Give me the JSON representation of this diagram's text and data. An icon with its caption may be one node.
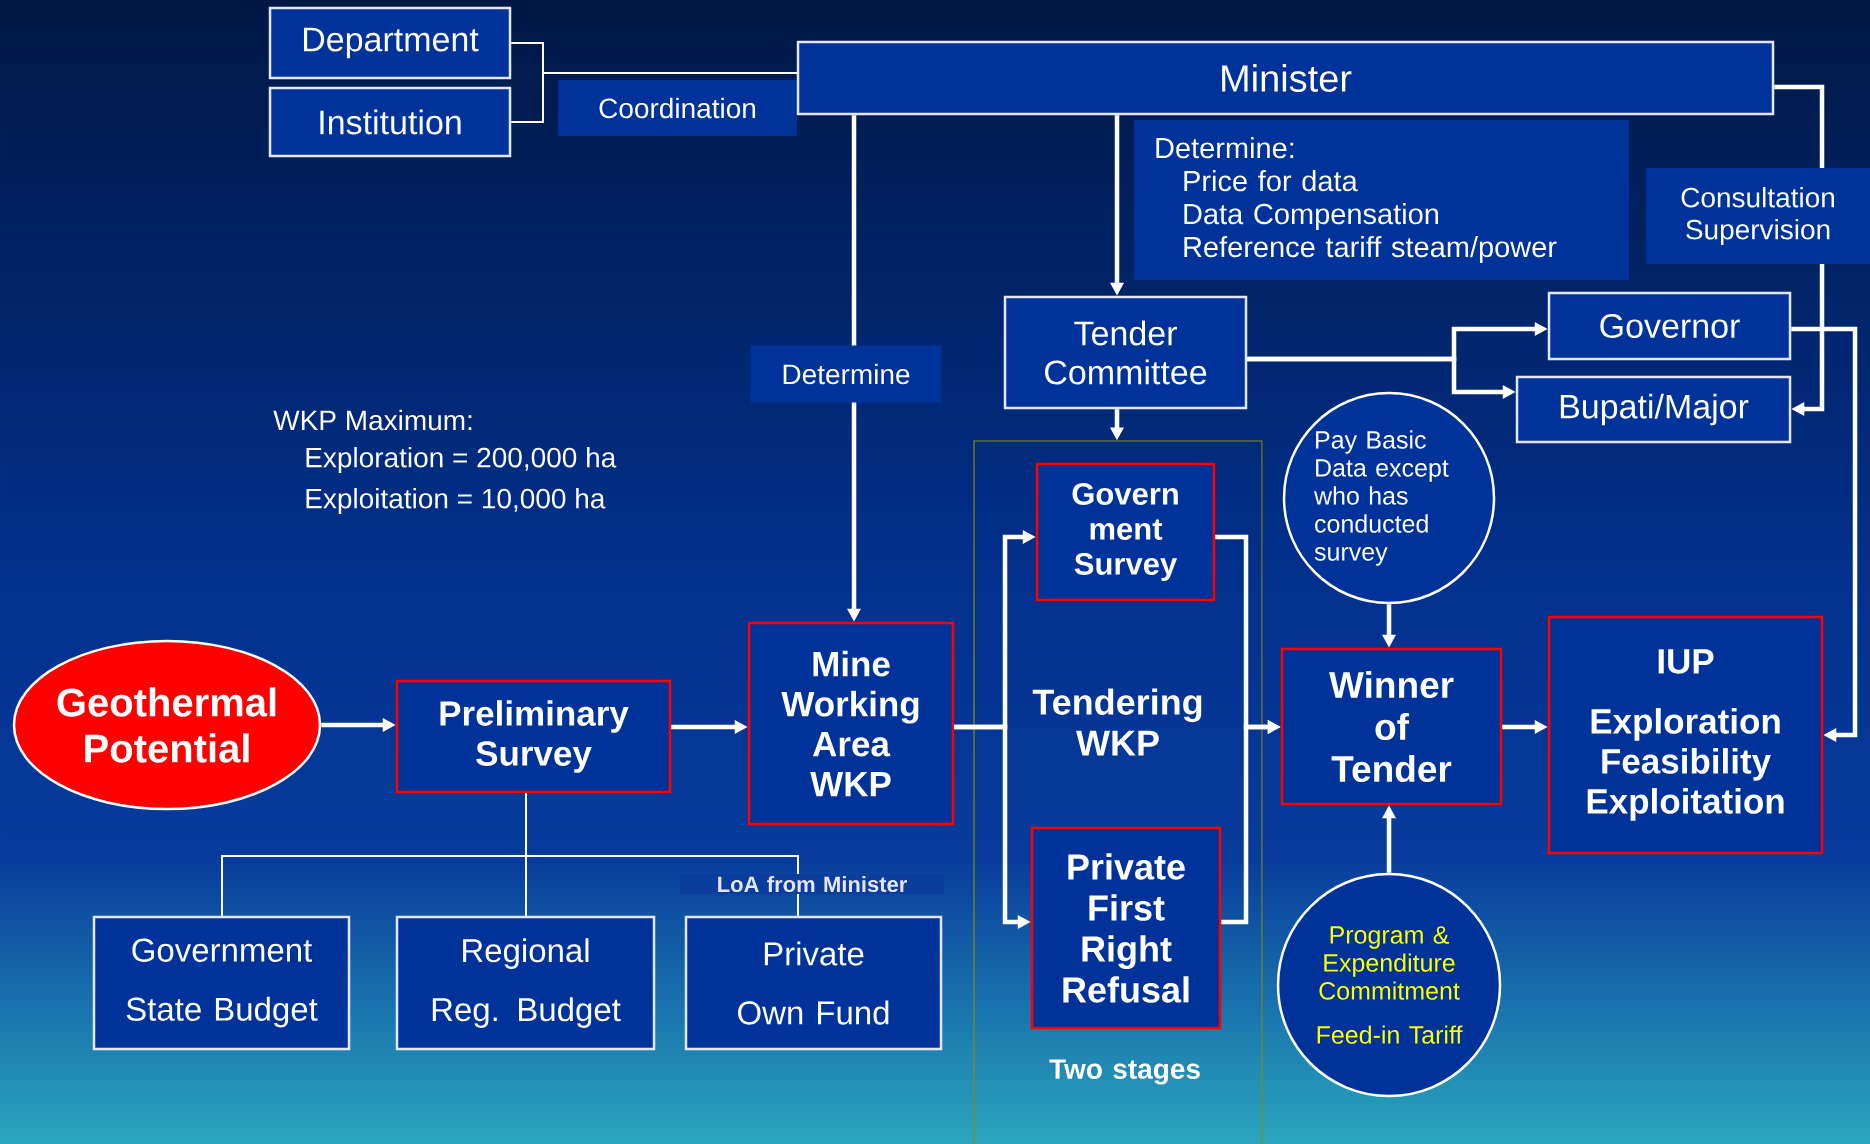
{
  "diagram": {
    "nodes": [
      {
        "text": [
          "Department"
        ]
      },
      {
        "text": [
          "Institution"
        ]
      },
      {
        "text": [
          "Coordination"
        ]
      },
      {
        "text": [
          "Minister"
        ]
      },
      {
        "text": [
          "Determine:",
          "Price for data",
          "Data Compensation",
          "Reference tariff steam/power"
        ]
      },
      {
        "text": [
          "Tender Committee"
        ]
      },
      {
        "text": [
          "Governor"
        ]
      },
      {
        "text": [
          "Bupati/Major"
        ]
      },
      {
        "text": [
          "Pay Basic Data except who has conducted survey"
        ]
      },
      {
        "text": [
          "Geothermal Potential"
        ]
      },
      {
        "text": [
          "Preliminary Survey"
        ]
      },
      {
        "text": [
          "Mine Working Area WKP"
        ]
      },
      {
        "text": [
          "Tendering WKP",
          "Two stages"
        ]
      },
      {
        "text": [
          "Govern ment Survey"
        ],
        "in": 12
      },
      {
        "text": [
          "Private First Right Refusal"
        ],
        "in": 12
      },
      {
        "text": [
          "Winner of Tender"
        ]
      },
      {
        "text": [
          "IUP",
          "Exploration Feasibility Exploitation"
        ]
      },
      {
        "text": [
          "Program & Expenditure Commitment",
          "Feed-in Tariff"
        ]
      },
      {
        "text": [
          "Government",
          "State Budget"
        ]
      },
      {
        "text": [
          "Regional",
          "Reg. Budget"
        ]
      },
      {
        "text": [
          "Private",
          "Own Fund"
        ]
      }
    ],
    "edges": [
      {
        "from": 0,
        "to": 3,
        "arrow": "none"
      },
      {
        "from": 1,
        "to": 3,
        "arrow": "none"
      },
      {
        "from": 3,
        "to": 11,
        "arrow": "to",
        "label": "Determine"
      },
      {
        "from": 3,
        "to": 5,
        "arrow": "to"
      },
      {
        "from": 3,
        "to": 7,
        "arrow": "to",
        "label": "Consultation Supervision"
      },
      {
        "from": 5,
        "to": 6,
        "arrow": "to"
      },
      {
        "from": 5,
        "to": 7,
        "arrow": "to"
      },
      {
        "from": 6,
        "to": 16,
        "arrow": "to"
      },
      {
        "from": 5,
        "to": 12,
        "arrow": "to"
      },
      {
        "from": 9,
        "to": 10,
        "arrow": "to"
      },
      {
        "from": 10,
        "to": 11,
        "arrow": "to"
      },
      {
        "from": 11,
        "to": 13,
        "arrow": "to"
      },
      {
        "from": 11,
        "to": 14,
        "arrow": "to"
      },
      {
        "from": 13,
        "to": 15,
        "arrow": "to"
      },
      {
        "from": 14,
        "to": 15,
        "arrow": "to"
      },
      {
        "from": 8,
        "to": 15,
        "arrow": "to"
      },
      {
        "from": 17,
        "to": 15,
        "arrow": "to"
      },
      {
        "from": 15,
        "to": 16,
        "arrow": "to"
      },
      {
        "from": 10,
        "to": 18,
        "arrow": "none"
      },
      {
        "from": 10,
        "to": 19,
        "arrow": "none"
      },
      {
        "from": 10,
        "to": 20,
        "arrow": "none",
        "label": "LoA  from Minister"
      }
    ],
    "labels": [
      "WKP Maximum:",
      "Exploration  = 200,000 ha",
      "Exploitation = 10,000 ha"
    ]
  }
}
